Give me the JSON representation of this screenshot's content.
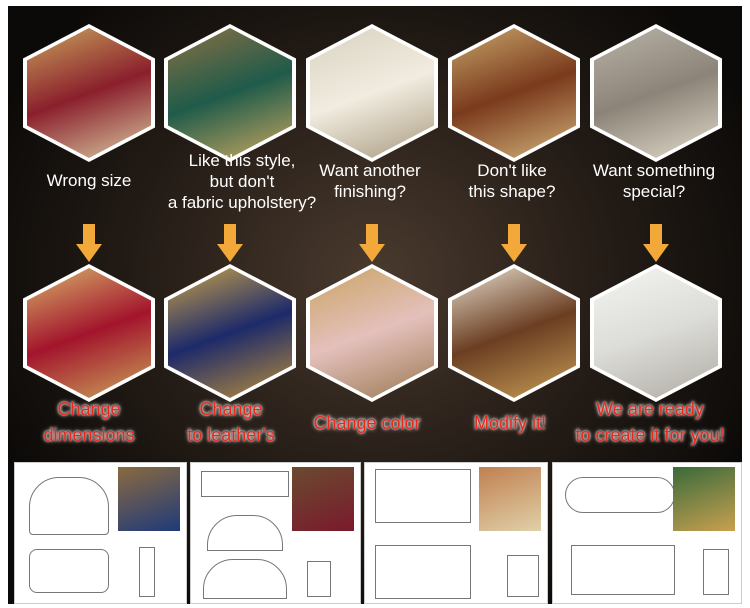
{
  "problems": [
    "Wrong size",
    "Like this style,\nbut don't\na fabric upholstery?",
    "Want another\nfinishing?",
    "Don't like\nthis shape?",
    "Want something\nspecial?"
  ],
  "solutions": [
    "Change\ndimensions",
    "Change\nto leather's",
    "Change color",
    "Modify it!",
    "We are ready\nto create it for you!"
  ],
  "colors": {
    "arrow": "#f3a83a",
    "solution_text": "#e8281c",
    "question_text": "#ffffff"
  }
}
